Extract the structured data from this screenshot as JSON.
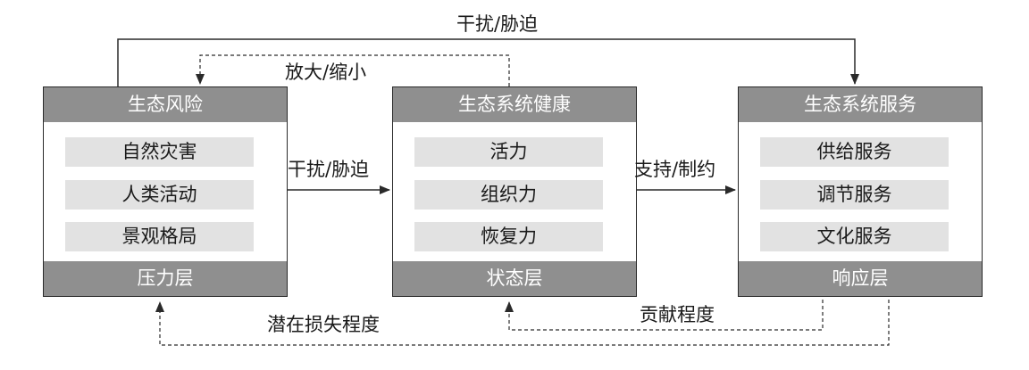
{
  "boxes": [
    {
      "title": "生态风险",
      "items": [
        "自然灾害",
        "人类活动",
        "景观格局"
      ],
      "layer": "压力层"
    },
    {
      "title": "生态系统健康",
      "items": [
        "活力",
        "组织力",
        "恢复力"
      ],
      "layer": "状态层"
    },
    {
      "title": "生态系统服务",
      "items": [
        "供给服务",
        "调节服务",
        "文化服务"
      ],
      "layer": "响应层"
    }
  ],
  "labels": {
    "top_arrow": "干扰/胁迫",
    "feedback_arrow": "放大/缩小",
    "risk_to_health": "干扰/胁迫",
    "health_to_service": "支持/制约",
    "potential_loss": "潜在损失程度",
    "contribution": "贡献程度"
  },
  "colors": {
    "header_fill": "#8f8f8f",
    "item_fill": "#e2e2e2",
    "line": "#2a2a2a"
  }
}
